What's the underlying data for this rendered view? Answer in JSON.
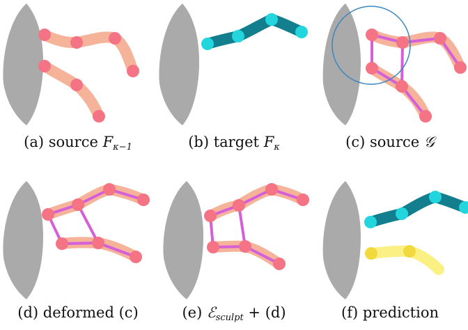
{
  "panels": [
    {
      "id": "a",
      "caption_prefix": "(a) source",
      "caption_symbol": "F",
      "caption_subscript": "κ−1"
    },
    {
      "id": "b",
      "caption_prefix": "(b) target",
      "caption_symbol": "F",
      "caption_subscript": "κ"
    },
    {
      "id": "c",
      "caption_prefix": "(c) source",
      "caption_symbol": "𝒢",
      "caption_subscript": ""
    },
    {
      "id": "d",
      "caption_prefix": "(d) deformed (c)",
      "caption_symbol": "",
      "caption_subscript": ""
    },
    {
      "id": "e",
      "caption_prefix": "(e)",
      "caption_symbol": "ℰ",
      "caption_subscript": "sculpt",
      "caption_suffix": "+ (d)"
    },
    {
      "id": "f",
      "caption_prefix": "(f) prediction",
      "caption_symbol": "",
      "caption_subscript": ""
    }
  ],
  "colors": {
    "surface": "#aaaaaa",
    "source_stroke": "#f5b39a",
    "source_node": "#f47384",
    "target_stroke": "#137f8e",
    "target_node": "#23d6de",
    "graph_edge": "#d55fd9",
    "circle": "#3a86c0",
    "prediction_stroke": "#fbf083",
    "prediction_node": "#f2d93d"
  }
}
